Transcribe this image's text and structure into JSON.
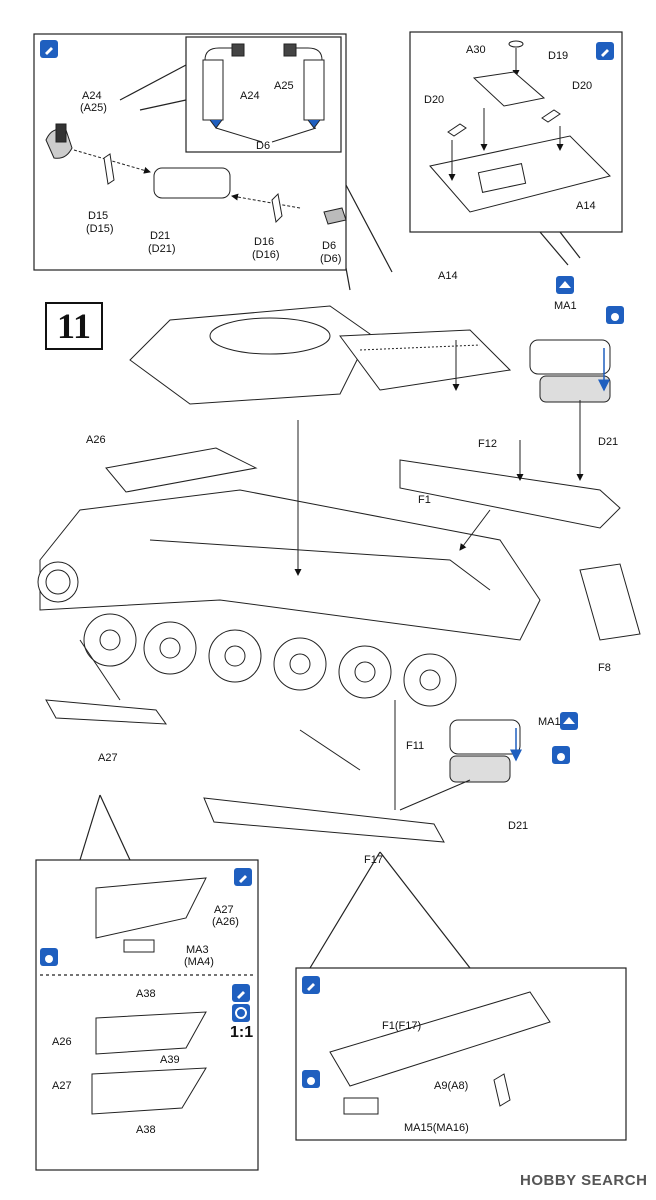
{
  "step_number": "11",
  "labels": {
    "a24_a25": "A24",
    "a24_a25_alt": "(A25)",
    "d15": "D15",
    "d15_alt": "(D15)",
    "d21_top": "D21",
    "d21_top_alt": "(D21)",
    "d16": "D16",
    "d16_alt": "(D16)",
    "d6": "D6",
    "d6_alt": "(D6)",
    "detail_a24": "A24",
    "detail_a25": "A25",
    "detail_d6": "D6",
    "a30": "A30",
    "d19": "D19",
    "d20_left": "D20",
    "d20_right": "D20",
    "a14_top": "A14",
    "a14_mid": "A14",
    "ma1_top": "MA1",
    "f12": "F12",
    "d21_mid": "D21",
    "a26": "A26",
    "f1": "F1",
    "f8": "F8",
    "a27_main": "A27",
    "f11": "F11",
    "ma1_bottom": "MA1",
    "d21_bottom": "D21",
    "f17": "F17",
    "a27_detail": "A27",
    "a27_detail_alt": "(A26)",
    "ma3": "MA3",
    "ma3_alt": "(MA4)",
    "a38_top": "A38",
    "a26_detail": "A26",
    "a39": "A39",
    "a27_detail2": "A27",
    "a38_bottom": "A38",
    "ratio": "1:1",
    "f1_f17": "F1(F17)",
    "a9_a8": "A9(A8)",
    "ma15_ma16": "MA15(MA16)"
  },
  "icons": {
    "cement": "cement-icon",
    "glue": "glue-drop-icon",
    "photo_etch": "metal-part-icon",
    "ratio": "scale-icon"
  },
  "watermark": "HOBBY SEARCH",
  "colors": {
    "icon_blue": "#1f5fbf",
    "line": "#222222",
    "arrow_blue": "#1f5fbf"
  }
}
